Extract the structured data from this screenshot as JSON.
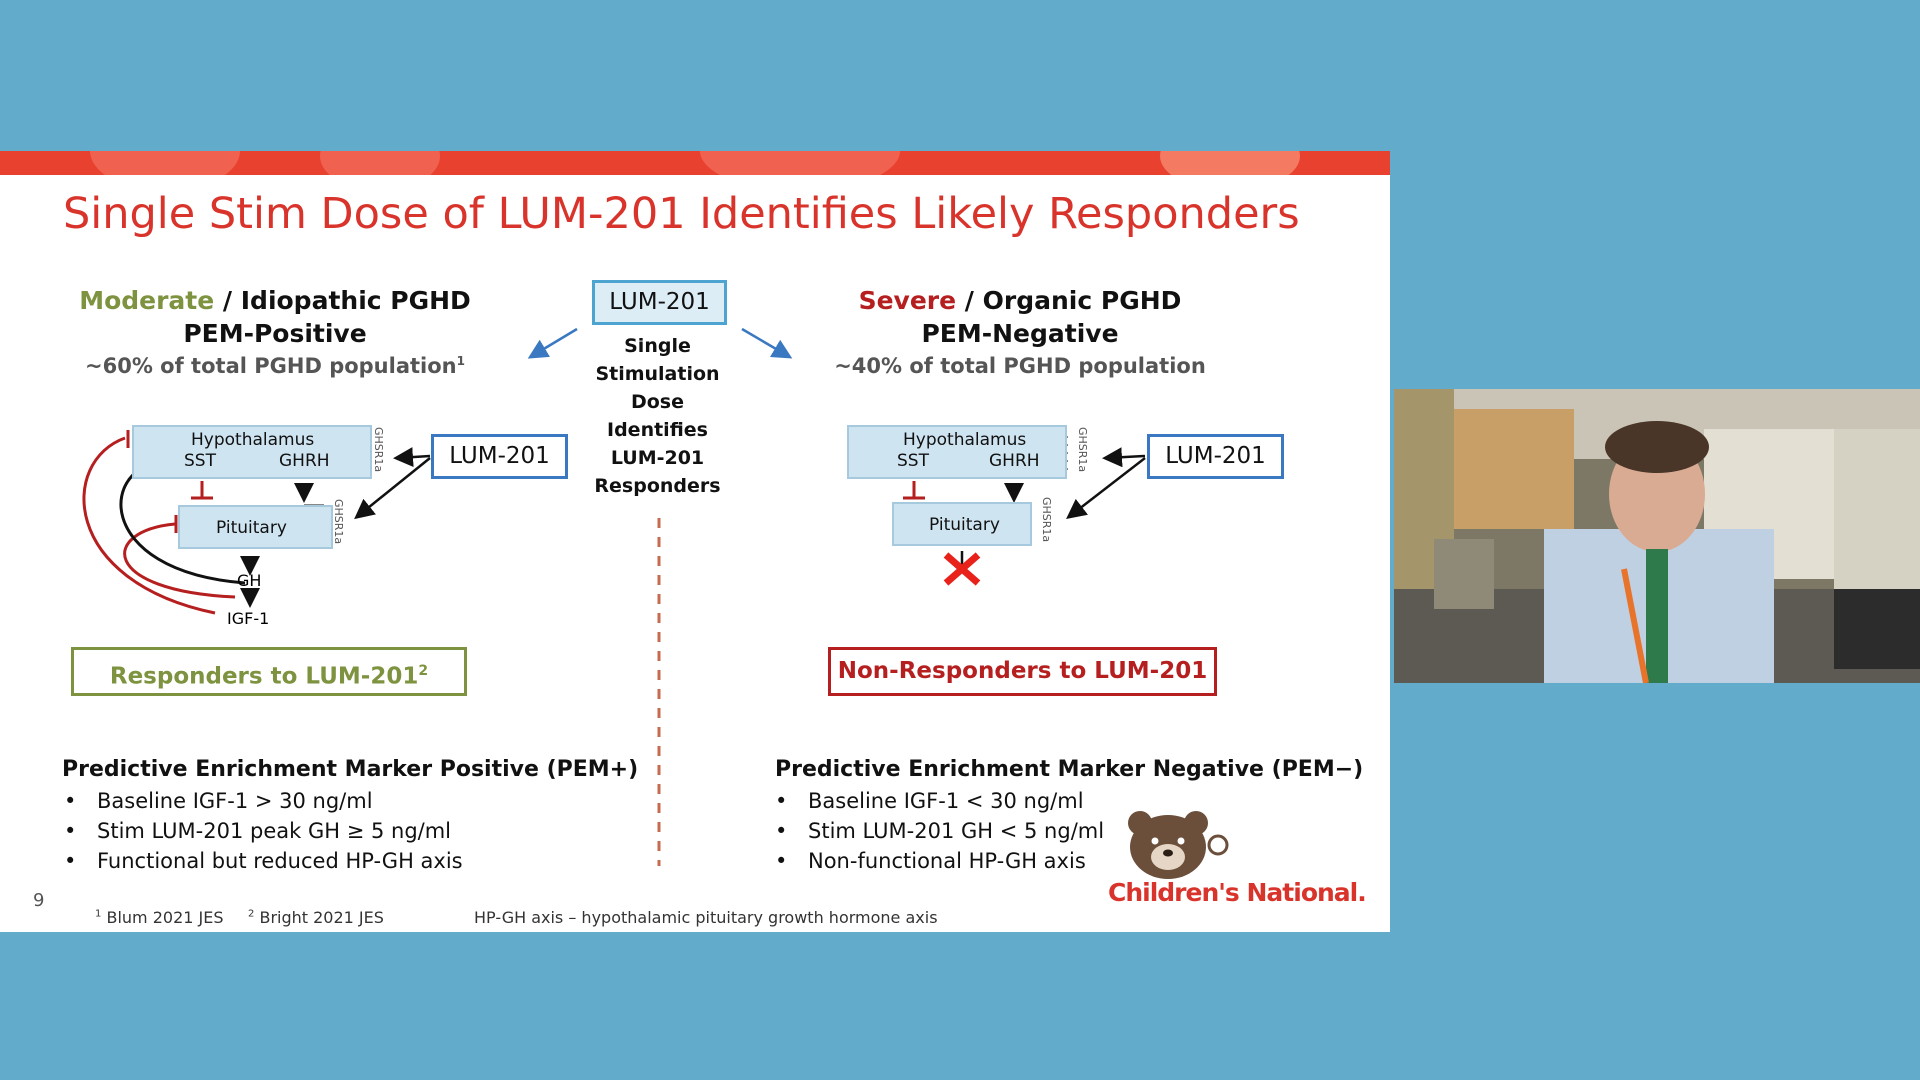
{
  "slide": {
    "title": "Single Stim Dose of LUM-201 Identifies Likely Responders",
    "page_number": "9",
    "left": {
      "severity": "Moderate",
      "heading_rest": " / Idiopathic PGHD",
      "pem": "PEM-Positive",
      "population": "~60% of total PGHD population",
      "population_sup": "1",
      "responder_label": "Responders to LUM-201",
      "responder_sup": "2",
      "marker_heading": "Predictive Enrichment Marker Positive (PEM+)",
      "bullets": [
        "Baseline IGF-1 > 30 ng/ml",
        "Stim LUM-201 peak GH ≥ 5 ng/ml",
        "Functional but reduced HP-GH axis"
      ]
    },
    "right": {
      "severity": "Severe",
      "heading_rest": " / Organic PGHD",
      "pem": "PEM-Negative",
      "population": "~40% of total PGHD population",
      "responder_label": "Non-Responders to LUM-201",
      "marker_heading": "Predictive Enrichment Marker Negative (PEM−)",
      "bullets": [
        "Baseline IGF-1 < 30 ng/ml",
        "Stim LUM-201 GH < 5 ng/ml",
        "Non-functional HP-GH axis"
      ]
    },
    "center": {
      "box_label": "LUM-201",
      "steps": [
        "Single",
        "Stimulation",
        "Dose",
        "Identifies",
        "LUM-201",
        "Responders"
      ]
    },
    "diagram": {
      "hypothalamus": "Hypothalamus",
      "sst": "SST",
      "ghrh": "GHRH",
      "pituitary": "Pituitary",
      "gh": "GH",
      "igf1": "IGF-1",
      "receptor": "GHSR1a",
      "drug_box": "LUM-201"
    },
    "footnotes": {
      "ref1": "Blum 2021 JES",
      "ref1_sup": "1",
      "ref2": "Bright 2021 JES",
      "ref2_sup": "2",
      "abbrev": "HP-GH axis – hypothalamic pituitary growth hormone axis"
    },
    "logo_text": "Children's National."
  },
  "colors": {
    "background": "#62abcb",
    "title_red": "#d9342b",
    "moderate_green": "#7e9340",
    "severe_red": "#b51f1f",
    "box_blue": "#3a78c2"
  }
}
